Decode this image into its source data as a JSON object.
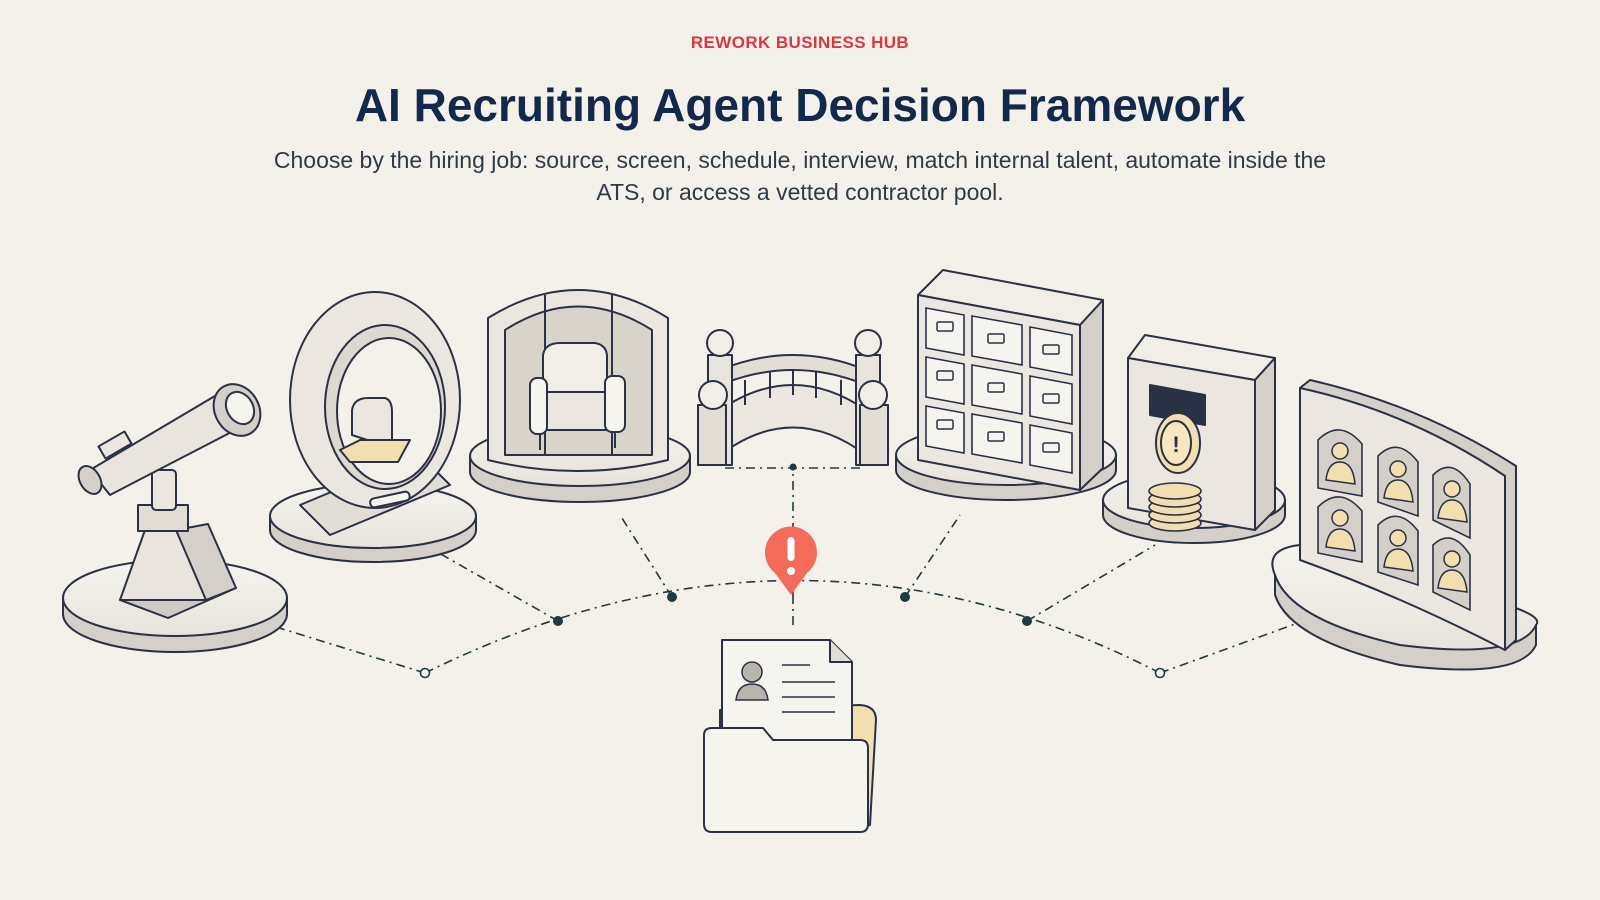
{
  "header": {
    "eyebrow": "REWORK BUSINESS HUB",
    "title": "AI Recruiting Agent Decision Framework",
    "subtitle": "Choose by the hiring job: source, screen, schedule, interview, match internal talent, automate inside the ATS, or access a vetted contractor pool."
  },
  "colors": {
    "accent": "#d9383e",
    "title": "#13294b",
    "pin": "#f26b5b",
    "illustration_fill": "#ebe7e0",
    "illustration_shade": "#d4cfc8",
    "gold": "#f2dfaf",
    "connector": "#1f3a40"
  },
  "illustration": {
    "center": "resume-folder-icon",
    "pin": "alert-pin-icon",
    "stations": [
      "telescope-icon",
      "scanner-ring-icon",
      "armchair-booth-icon",
      "bridge-icon",
      "file-cabinet-icon",
      "coin-vault-icon",
      "profile-gallery-icon"
    ]
  }
}
